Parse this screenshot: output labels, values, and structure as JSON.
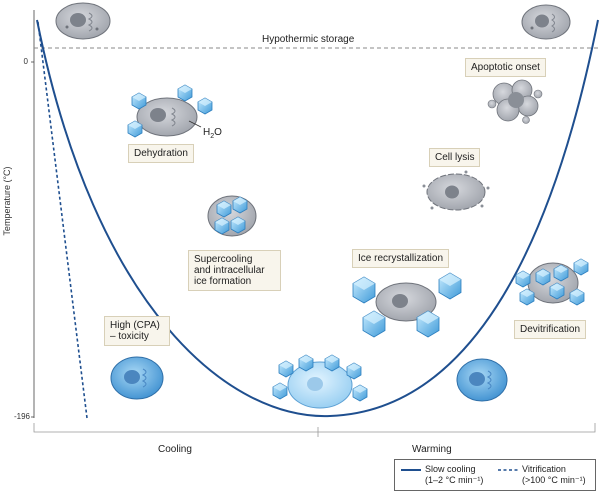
{
  "axis": {
    "ylabel": "Temperature (°C)",
    "y_ticks": [
      "0",
      "-196"
    ]
  },
  "reference_line": "Hypothermic storage",
  "phases": {
    "cooling": "Cooling",
    "warming": "Warming"
  },
  "labels": {
    "dehydration": "Dehydration",
    "water": "H",
    "water_sub": "2",
    "water_o": "O",
    "supercooling": [
      "Supercooling",
      "and intracellular",
      "ice formation"
    ],
    "toxicity": [
      "High (CPA)",
      "– toxicity"
    ],
    "apoptotic": "Apoptotic onset",
    "lysis": "Cell lysis",
    "recrystallization": "Ice recrystallization",
    "devitrification": "Devitrification"
  },
  "legend": {
    "slow": [
      "Slow cooling",
      "(1–2 °C min⁻¹)"
    ],
    "vitrification": [
      "Vitrification",
      "(>100 °C min⁻¹)"
    ]
  },
  "colors": {
    "curve": "#1f4f8f",
    "cell_grey": "#a9adb5",
    "ice_blue": "#5aaee8",
    "label_box": "#f8f5ec"
  },
  "icons": [
    "normal-cell",
    "dehydrated-cell",
    "supercooled-cell",
    "cpa-toxic-cell",
    "frozen-cell",
    "warmed-cell",
    "recrystallization-cell",
    "lysed-cell",
    "devitrified-cell",
    "apoptotic-cell"
  ]
}
